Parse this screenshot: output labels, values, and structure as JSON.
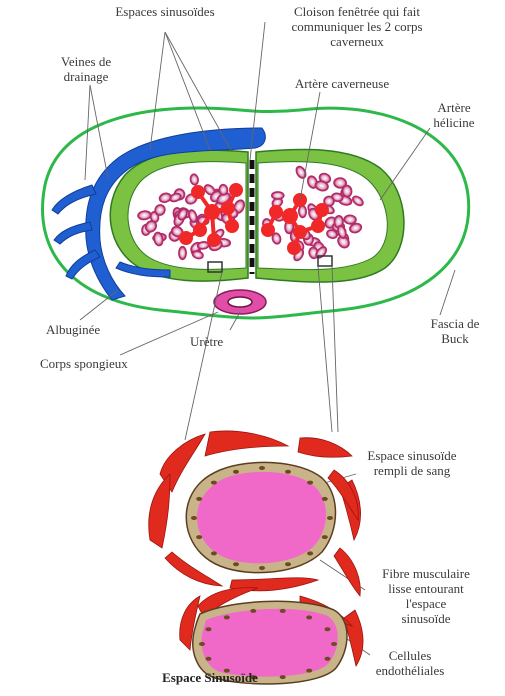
{
  "labels": {
    "espaces_sinusoides": "Espaces sinusoïdes",
    "cloison": [
      "Cloison fenêtrée qui fait",
      "communiquer les 2 corps",
      "caverneux"
    ],
    "veines": [
      "Veines de",
      "drainage"
    ],
    "artere_caverneuse": "Artère caverneuse",
    "artere_helicine": [
      "Artère",
      "hélicine"
    ],
    "albuginee": "Albuginée",
    "uretre": "Urètre",
    "fascia": [
      "Fascia de",
      "Buck"
    ],
    "corps_spongieux": "Corps spongieux",
    "espace_rempli": [
      "Espace sinusoïde",
      "rempli de sang"
    ],
    "fibre": [
      "Fibre musculaire",
      "lisse entourant",
      "l'espace",
      "sinusoïde"
    ],
    "cellules": [
      "Cellules",
      "endothéliales"
    ],
    "titre_bas": "Espace Sinusoïde"
  },
  "colors": {
    "fascia_green": "#2db84a",
    "albuginea_green": "#7cc242",
    "vein_blue": "#1f5fd1",
    "sinus_pink": "#cc3b7a",
    "artery_red": "#f02828",
    "muscle_red": "#e02a1e",
    "blood_pink": "#f069c8",
    "endothelial_brown": "#8a5a2a"
  }
}
